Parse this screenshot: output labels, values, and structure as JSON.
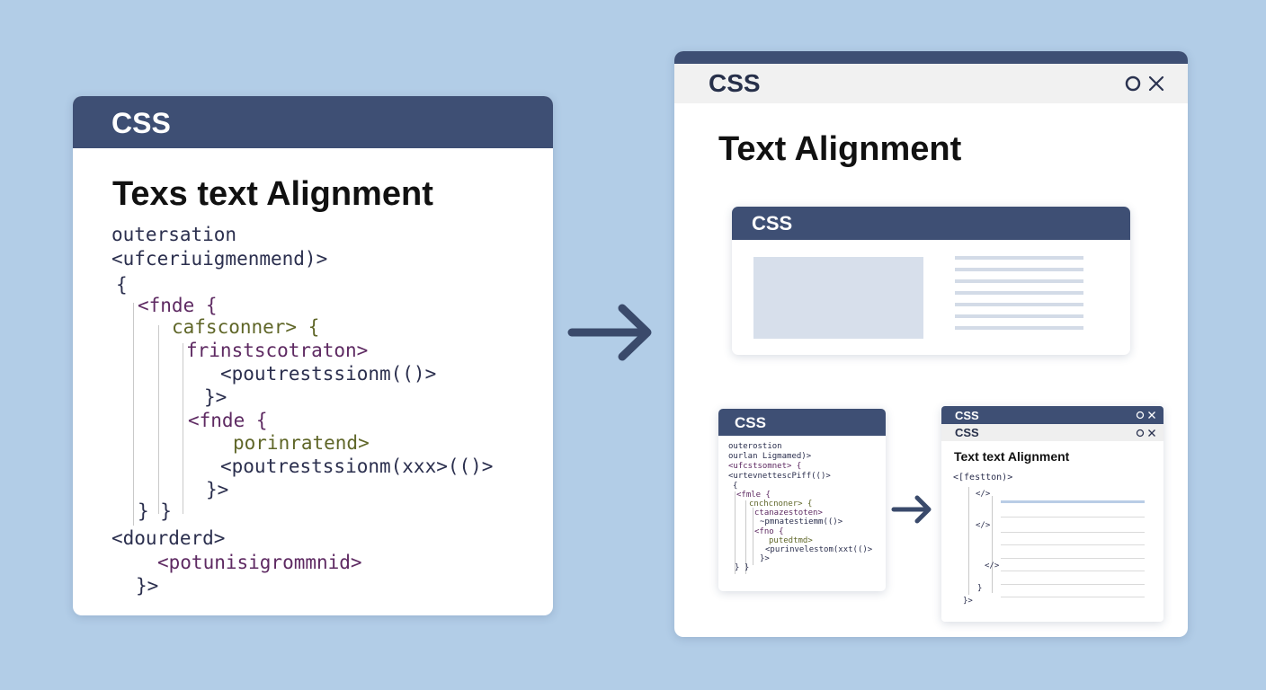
{
  "left_card": {
    "header": "CSS",
    "title": "Texs text Alignment",
    "code_lines": [
      "outersation",
      "<ufceriuigmenmend)>",
      "{",
      "<fnde {",
      "cafsconner> {",
      "frinstscotraton>",
      "<poutrestssionm(()>",
      "}>",
      "<fnde {",
      "porinratend>",
      "<poutrestssionm(xxx>(()>",
      "}>",
      "} }",
      "<dourderd>",
      "<potunisigrommnid>",
      "}>"
    ]
  },
  "arrow_main": "right-arrow-icon",
  "right_window": {
    "header": "CSS",
    "title": "Text Alignment",
    "preview_card": {
      "header": "CSS"
    },
    "small_code_card": {
      "header": "CSS",
      "code_lines": [
        "outerostion",
        "ourlan Ligmamed)>",
        "<ufcstsomnet> {",
        "<urtevnettescPiff(()>",
        "{",
        "<fmle {",
        "cnchcnoner> {",
        "ctanazestoten>",
        "~pmnatestiemm(()>",
        "<fno {",
        "putedtmd>",
        "<purinvelestom(xxt(()>",
        "}>",
        "} }"
      ]
    },
    "mini_window": {
      "header1": "CSS",
      "header2": "CSS",
      "title": "Text text Alignment",
      "code_lines": [
        "<[festton)>",
        "</>",
        "</>",
        "</>",
        "}",
        "}>"
      ]
    }
  },
  "colors": {
    "background": "#b2cde7",
    "header": "#3e4f74",
    "arrow": "#3a4a6b"
  }
}
